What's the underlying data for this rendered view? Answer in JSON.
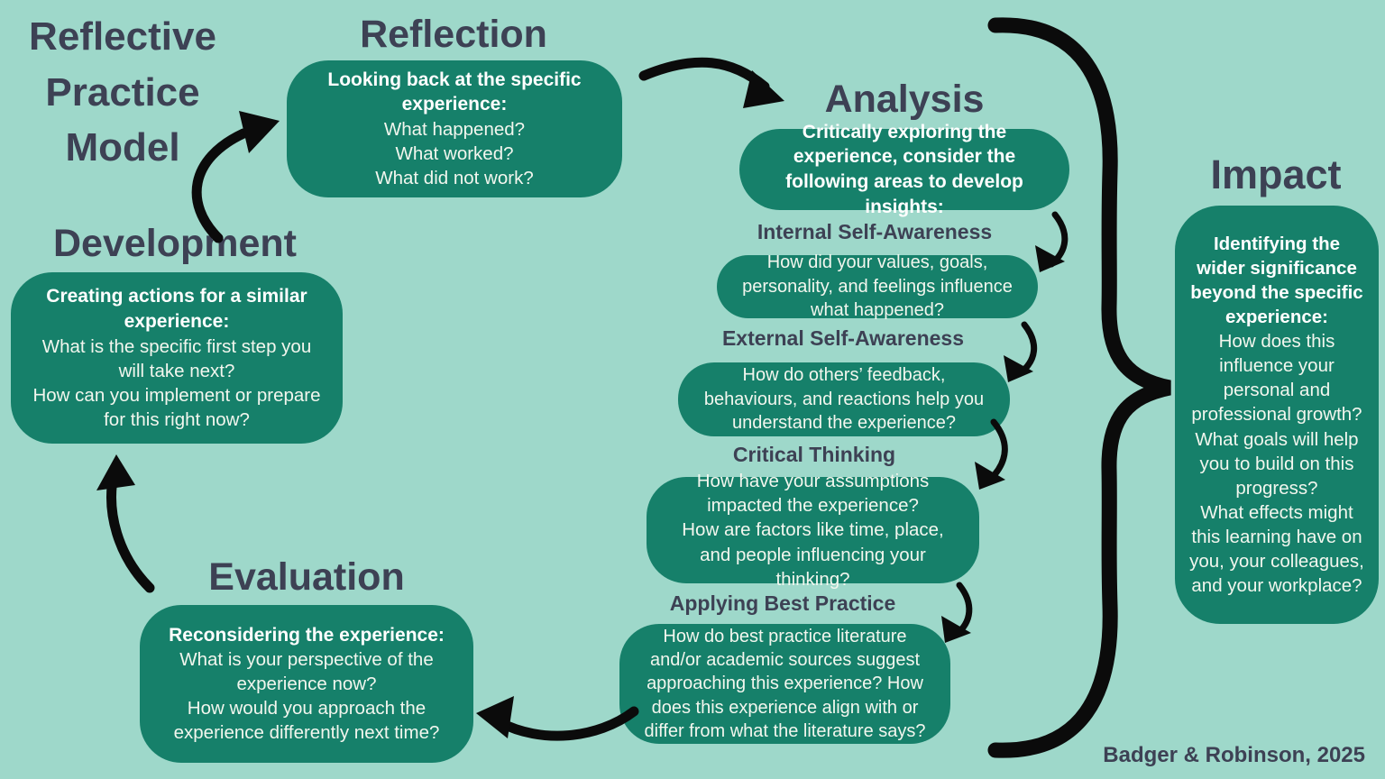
{
  "page": {
    "title": "Reflective Practice Model",
    "attribution": "Badger & Robinson, 2025"
  },
  "colors": {
    "background": "#9ed8ca",
    "box_green": "#16806a",
    "heading_dark": "#3d4154",
    "body_text": "#f2f6ee",
    "arrow_black": "#0b0b0b"
  },
  "stages": {
    "reflection": {
      "heading": "Reflection",
      "bold": "Looking back at the specific experience:",
      "body": "What happened?\nWhat worked?\nWhat did not work?"
    },
    "analysis": {
      "heading": "Analysis",
      "intro": "Critically exploring the experience, consider the following areas to develop insights:",
      "areas": [
        {
          "title": "Internal Self-Awareness",
          "body": "How did your values, goals, personality, and feelings influence what happened?"
        },
        {
          "title": "External Self-Awareness",
          "body": "How do others’ feedback, behaviours, and reactions help you understand the experience?"
        },
        {
          "title": "Critical Thinking",
          "body": "How have your assumptions impacted the experience?\nHow are factors like time, place, and people influencing your thinking?"
        },
        {
          "title": "Applying Best Practice",
          "body": "How do best practice literature and/or academic sources suggest approaching this experience? How does this experience align with or differ from what the literature says?"
        }
      ]
    },
    "impact": {
      "heading": "Impact",
      "bold": "Identifying the wider significance beyond the specific experience:",
      "body": "How does this influence your personal and professional growth?\nWhat goals will help you to build on this progress?\nWhat effects might this learning have on you, your colleagues, and your workplace?"
    },
    "development": {
      "heading": "Development",
      "bold": "Creating actions for a similar experience:",
      "body": "What is the specific first step you will take next?\nHow can you implement or prepare for this right now?"
    },
    "evaluation": {
      "heading": "Evaluation",
      "bold": "Reconsidering the experience:",
      "body": "What is your perspective of the experience now?\nHow would you approach the experience differently next time?"
    }
  }
}
